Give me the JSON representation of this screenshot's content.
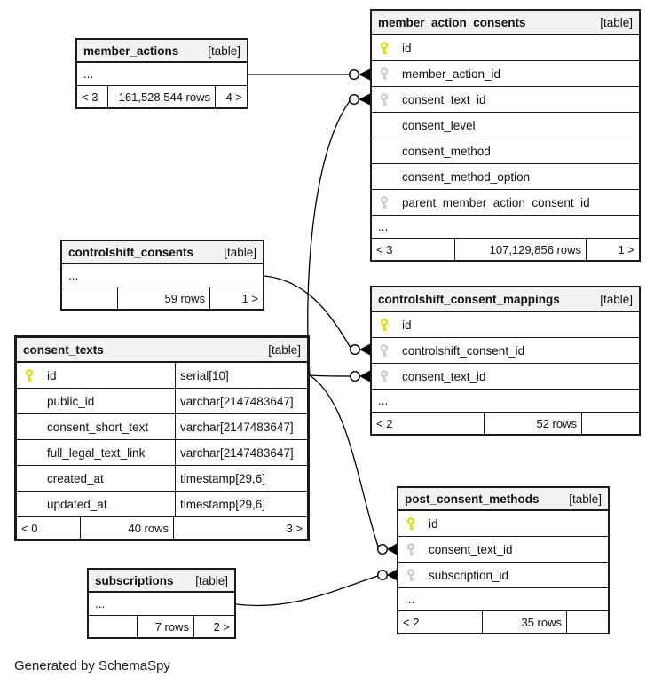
{
  "diagram": {
    "generator_note": "Generated by SchemaSpy",
    "colors": {
      "header_bg": "#f2f2f2",
      "row_bg": "#ffffff",
      "border": "#1b1b1b",
      "line": "#000000",
      "primary_key": "#d9d900",
      "foreign_key": "#c9c9c9"
    }
  },
  "tables": {
    "member_actions": {
      "name": "member_actions",
      "tag": "[table]",
      "rows": [
        {
          "name": "...",
          "key": "none"
        }
      ],
      "footer": {
        "left": "< 3",
        "center": "161,528,544 rows",
        "right": "4 >"
      }
    },
    "member_action_consents": {
      "name": "member_action_consents",
      "tag": "[table]",
      "rows": [
        {
          "name": "id",
          "key": "primary"
        },
        {
          "name": "member_action_id",
          "key": "foreign"
        },
        {
          "name": "consent_text_id",
          "key": "foreign"
        },
        {
          "name": "consent_level",
          "key": "none"
        },
        {
          "name": "consent_method",
          "key": "none"
        },
        {
          "name": "consent_method_option",
          "key": "none"
        },
        {
          "name": "parent_member_action_consent_id",
          "key": "foreign"
        },
        {
          "name": "...",
          "key": "none"
        }
      ],
      "footer": {
        "left": "< 3",
        "center": "107,129,856 rows",
        "right": "1 >"
      }
    },
    "controlshift_consents": {
      "name": "controlshift_consents",
      "tag": "[table]",
      "rows": [
        {
          "name": "...",
          "key": "none"
        }
      ],
      "footer": {
        "left": "",
        "center": "59 rows",
        "right": "1 >"
      }
    },
    "consent_texts": {
      "name": "consent_texts",
      "tag": "[table]",
      "rows": [
        {
          "name": "id",
          "type": "serial[10]",
          "key": "primary"
        },
        {
          "name": "public_id",
          "type": "varchar[2147483647]",
          "key": "none"
        },
        {
          "name": "consent_short_text",
          "type": "varchar[2147483647]",
          "key": "none"
        },
        {
          "name": "full_legal_text_link",
          "type": "varchar[2147483647]",
          "key": "none"
        },
        {
          "name": "created_at",
          "type": "timestamp[29,6]",
          "key": "none"
        },
        {
          "name": "updated_at",
          "type": "timestamp[29,6]",
          "key": "none"
        }
      ],
      "footer": {
        "left": "< 0",
        "center": "40 rows",
        "right": "3 >"
      }
    },
    "controlshift_consent_mappings": {
      "name": "controlshift_consent_mappings",
      "tag": "[table]",
      "rows": [
        {
          "name": "id",
          "key": "primary"
        },
        {
          "name": "controlshift_consent_id",
          "key": "foreign"
        },
        {
          "name": "consent_text_id",
          "key": "foreign"
        },
        {
          "name": "...",
          "key": "none"
        }
      ],
      "footer": {
        "left": "< 2",
        "center": "52 rows",
        "right": ""
      }
    },
    "post_consent_methods": {
      "name": "post_consent_methods",
      "tag": "[table]",
      "rows": [
        {
          "name": "id",
          "key": "primary"
        },
        {
          "name": "consent_text_id",
          "key": "foreign"
        },
        {
          "name": "subscription_id",
          "key": "foreign"
        },
        {
          "name": "...",
          "key": "none"
        }
      ],
      "footer": {
        "left": "< 2",
        "center": "35 rows",
        "right": ""
      }
    },
    "subscriptions": {
      "name": "subscriptions",
      "tag": "[table]",
      "rows": [
        {
          "name": "...",
          "key": "none"
        }
      ],
      "footer": {
        "left": "",
        "center": "7 rows",
        "right": "2 >"
      }
    }
  },
  "relationships": [
    {
      "from": "member_actions",
      "to": "member_action_consents.member_action_id"
    },
    {
      "from": "consent_texts.id",
      "to": "member_action_consents.consent_text_id"
    },
    {
      "from": "controlshift_consents",
      "to": "controlshift_consent_mappings.controlshift_consent_id"
    },
    {
      "from": "consent_texts.id",
      "to": "controlshift_consent_mappings.consent_text_id"
    },
    {
      "from": "consent_texts.id",
      "to": "post_consent_methods.consent_text_id"
    },
    {
      "from": "subscriptions",
      "to": "post_consent_methods.subscription_id"
    }
  ]
}
